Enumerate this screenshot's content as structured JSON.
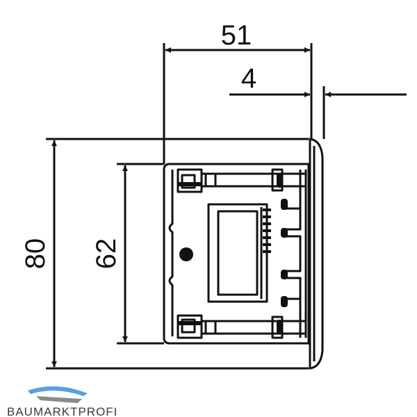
{
  "dimensions": {
    "width_outer": "51",
    "bezel_thickness": "4",
    "height_outer": "80",
    "height_inner": "62"
  },
  "logo": {
    "text": "BAUMARKTPROFI"
  },
  "colors": {
    "line": "#111111",
    "logo_blue": "#5aa0dc",
    "logo_gray": "#8a8a8a",
    "logo_text": "#3a3a3a"
  }
}
